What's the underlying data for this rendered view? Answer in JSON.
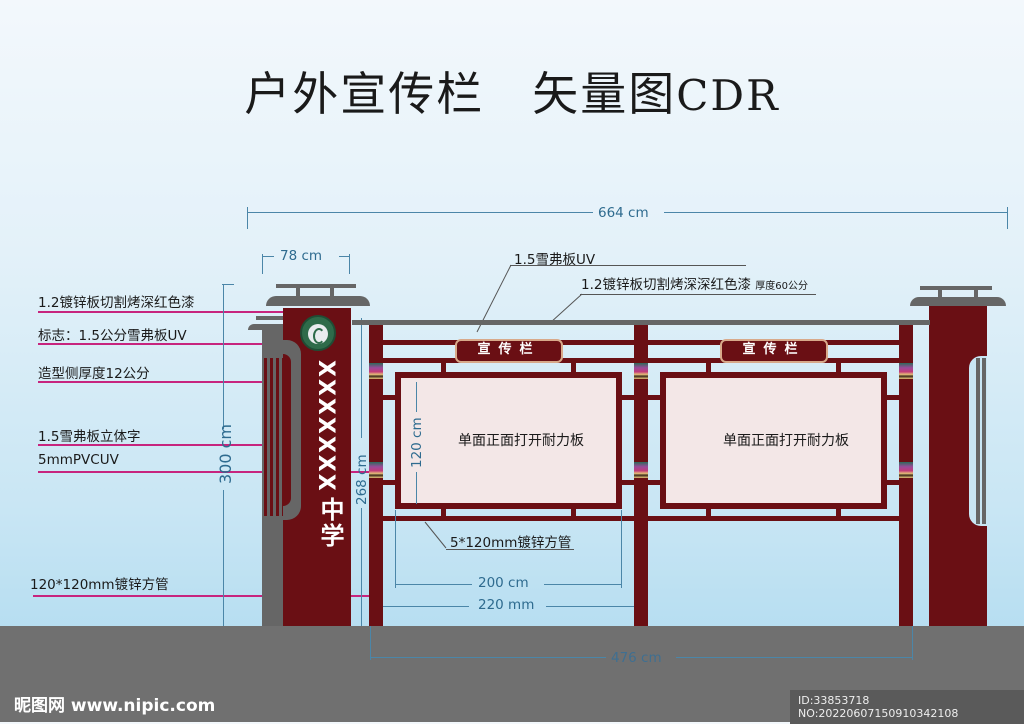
{
  "title": {
    "main": "户外宣传栏",
    "sub_cn": "矢量图",
    "sub_en": "CDR"
  },
  "dimensions": {
    "total_width": "664 cm",
    "pillar_width": "78 cm",
    "pillar_height": "300 cm",
    "frame_height": "268 cm",
    "board_height": "120 cm",
    "board_width": "200 cm",
    "bay_width": "220 mm",
    "frame_width": "476 cm"
  },
  "callouts": {
    "left": [
      "1.2镀锌板切割烤深红色漆",
      "标志：1.5公分雪弗板UV",
      "造型侧厚度12公分",
      "1.5雪弗板立体字",
      "5mmPVCUV",
      "120*120mm镀锌方管"
    ],
    "top_plaque": "1.5雪弗板UV",
    "top_roof_main": "1.2镀锌板切割烤深深红色漆",
    "top_roof_small": "厚度60公分",
    "bottom_frame": "5*120mm镀锌方管"
  },
  "pillar": {
    "school_name_x": "XXXXXXX",
    "school_name_cn": "中学"
  },
  "panels": [
    {
      "plaque": "宣传栏",
      "board_text": "单面正面打开耐力板"
    },
    {
      "plaque": "宣传栏",
      "board_text": "单面正面打开耐力板"
    }
  ],
  "colors": {
    "frame": "#6a0f14",
    "roof": "#666666",
    "board": "#f3e7e7",
    "callout_line": "#c7247e",
    "dimension": "#2e6b8f",
    "ground": "#707070"
  },
  "watermark": {
    "left": "昵图网 www.nipic.com",
    "right": "ID:33853718 NO:20220607150910342108"
  }
}
